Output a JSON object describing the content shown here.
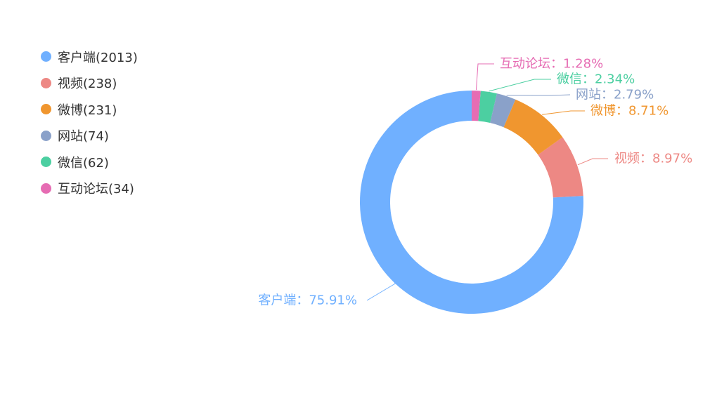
{
  "chart_data": {
    "type": "pie",
    "title": "",
    "legend_position": "top-left",
    "slices": [
      {
        "name": "客户端",
        "value": 2013,
        "legend_label": "客户端(2013)",
        "label": "客户端：75.91%",
        "color": "#70b0ff"
      },
      {
        "name": "视频",
        "value": 238,
        "legend_label": "视频(238)",
        "label": "视频：8.97%",
        "color": "#ed8884"
      },
      {
        "name": "微博",
        "value": 231,
        "legend_label": "微博(231)",
        "label": "微博：8.71%",
        "color": "#f0962f"
      },
      {
        "name": "网站",
        "value": 74,
        "legend_label": "网站(74)",
        "label": "网站：2.79%",
        "color": "#8aa1c9"
      },
      {
        "name": "微信",
        "value": 62,
        "legend_label": "微信(62)",
        "label": "微信：2.34%",
        "color": "#4ccfa1"
      },
      {
        "name": "互动论坛",
        "value": 34,
        "legend_label": "互动论坛(34)",
        "label": "互动论坛：1.28%",
        "color": "#e66cb3"
      }
    ]
  }
}
